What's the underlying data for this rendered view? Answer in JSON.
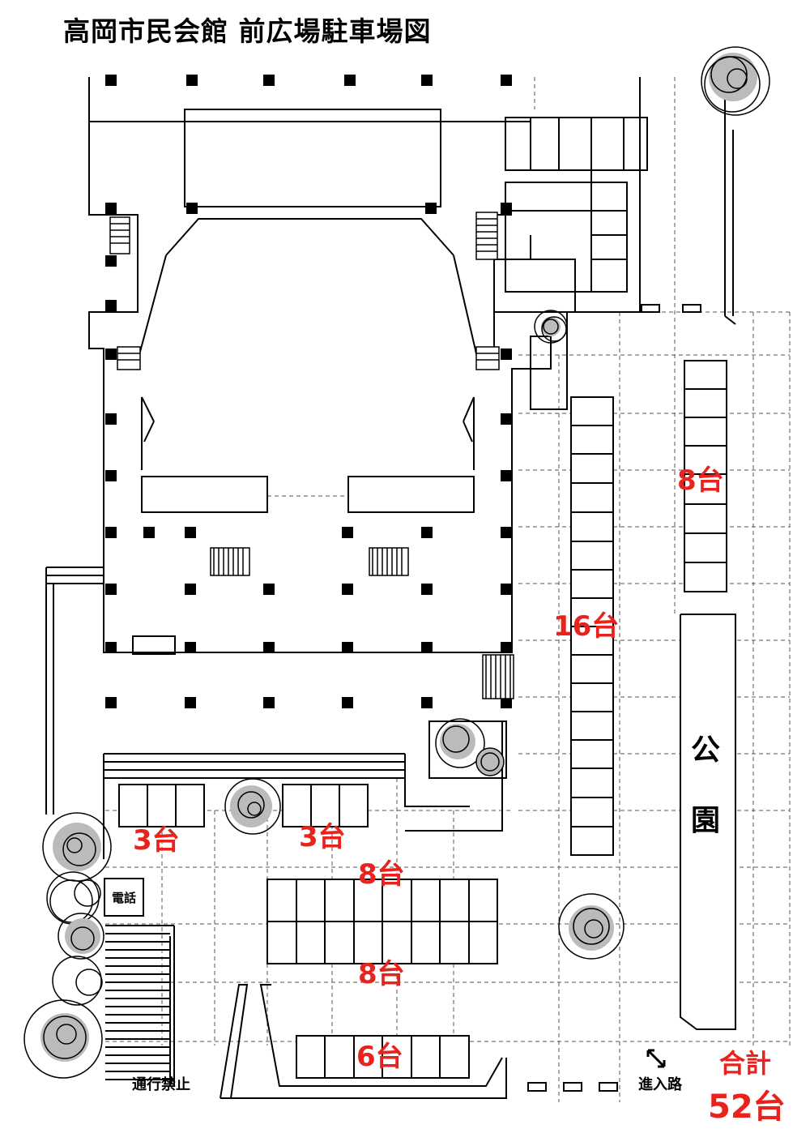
{
  "title": "高岡市民会館 前広場駐車場図",
  "lot_counts": {
    "east_upper": "8台",
    "east_middle": "16台",
    "west_a": "3台",
    "west_b": "3台",
    "center_top": "8台",
    "center_bottom": "8台",
    "south": "6台"
  },
  "park_label": [
    "公",
    "園"
  ],
  "phone_label": "電話",
  "no_entry_label": "通行禁止",
  "entrance_label": "進入路",
  "total_label": "合計",
  "total_count": "52台",
  "icons": {
    "entrance_arrow": "diagonal-double-arrow-icon",
    "tree": "tree-icon"
  }
}
